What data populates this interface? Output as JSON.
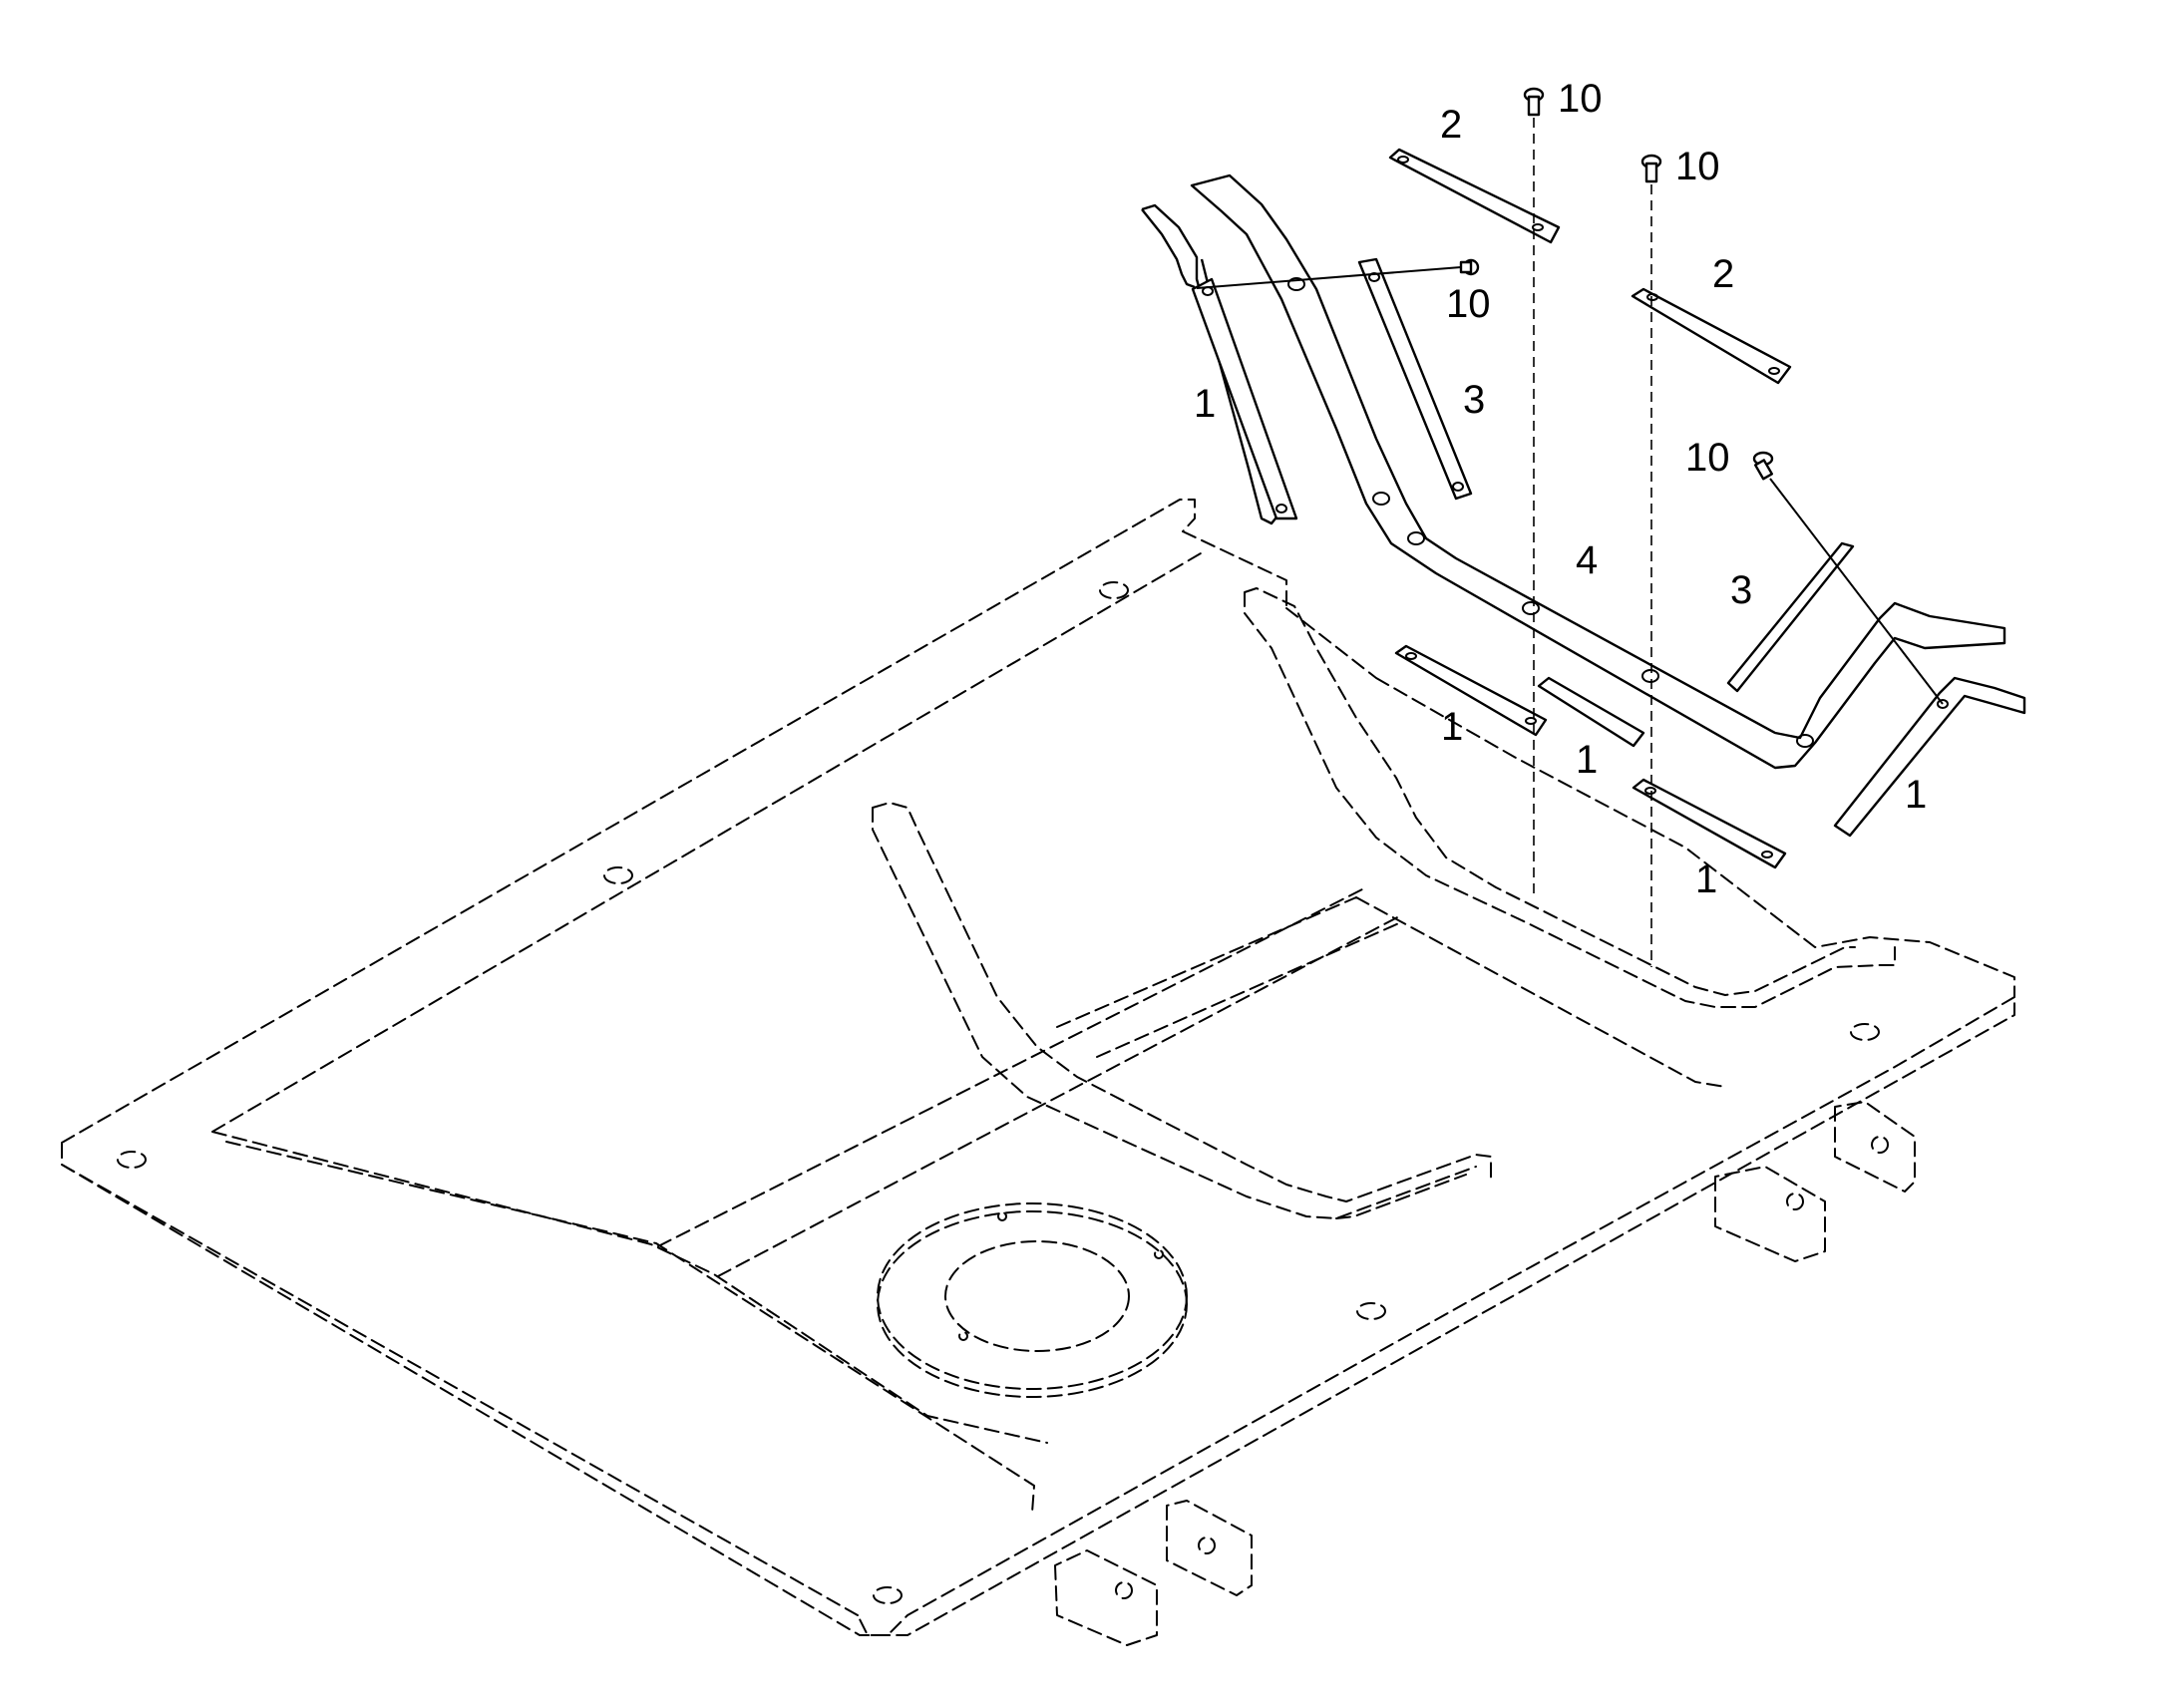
{
  "callouts": {
    "c10_a": "10",
    "c2_a": "2",
    "c10_b": "10",
    "c10_c": "10",
    "c2_b": "2",
    "c1_a": "1",
    "c3_a": "3",
    "c10_d": "10",
    "c4": "4",
    "c3_b": "3",
    "c1_b": "1",
    "c1_c": "1",
    "c1_d": "1",
    "c1_e": "1"
  }
}
